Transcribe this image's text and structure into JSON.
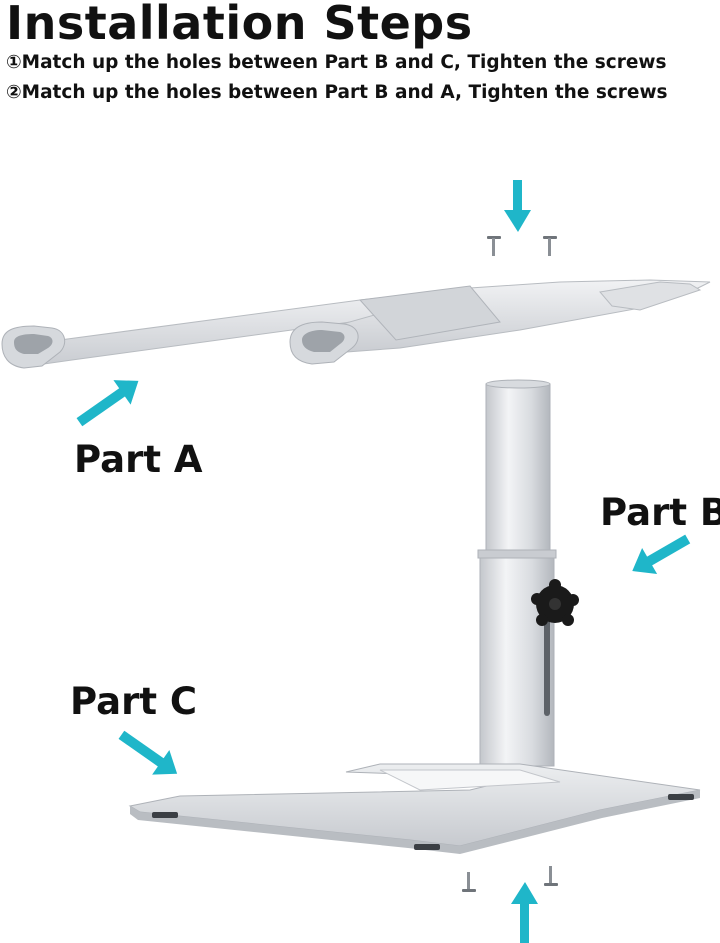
{
  "header": {
    "title": "Installation Steps",
    "steps": [
      "①Match up the holes between Part B and C, Tighten the screws",
      "②Match up the holes between Part B and A, Tighten the screws"
    ]
  },
  "parts": {
    "a": "Part A",
    "b": "Part B",
    "c": "Part C"
  },
  "colors": {
    "arrow": "#1fb6c9",
    "metal_light": "#e9ebee",
    "metal_mid": "#cfd2d6",
    "metal_dark": "#a9adb3",
    "knob": "#1a1a1a"
  },
  "icons": [
    "arrow-icon",
    "screw-icon",
    "adjustment-knob-icon"
  ]
}
